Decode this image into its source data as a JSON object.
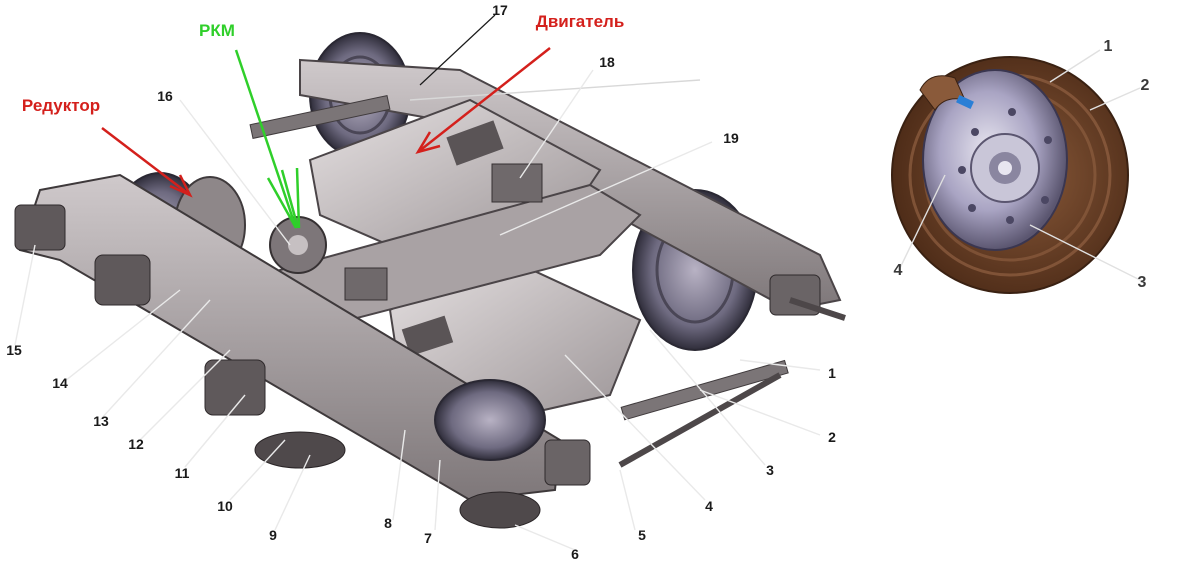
{
  "main_diagram": {
    "captions": {
      "motor": "Двигатель",
      "reducer": "Редуктор",
      "rkm": "РКМ"
    },
    "callouts": [
      "1",
      "2",
      "3",
      "4",
      "5",
      "6",
      "7",
      "8",
      "9",
      "10",
      "11",
      "12",
      "13",
      "14",
      "15",
      "16",
      "17",
      "18",
      "19"
    ]
  },
  "wheel_detail": {
    "callouts": [
      "1",
      "2",
      "3",
      "4"
    ]
  },
  "colors": {
    "caption_red": "#d4201c",
    "caption_green": "#2fcf2a",
    "body_grey": "#8f8a8c",
    "wheel_brown": "#7a4a2e"
  }
}
